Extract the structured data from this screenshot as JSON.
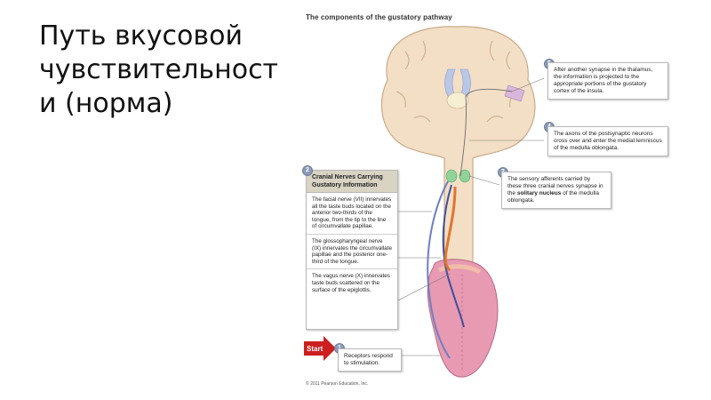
{
  "slide": {
    "title": "Путь вкусовой чувствительност и (норма)"
  },
  "figure": {
    "title": "The components of the gustatory pathway",
    "steps": [
      {
        "num": "1",
        "text": "Receptors respond to stimulation."
      },
      {
        "num": "3",
        "text_before": "The sensory afferents carried by these three cranial nerves synapse in the ",
        "text_bold": "solitary nucleus",
        "text_after": " of the medulla oblongata."
      },
      {
        "num": "4",
        "text": "The axons of the postsynaptic neurons cross over and enter the medial lemniscus of the medulla oblongata."
      },
      {
        "num": "5",
        "text": "After another synapse in the thalamus, the information is projected to the appropriate portions of the gustatory cortex of the insula."
      }
    ],
    "cranial_panel": {
      "num": "2",
      "header": "Cranial Nerves Carrying Gustatory Information",
      "items": [
        "The facial nerve (VII) innervates all the taste buds located on the anterior two-thirds of the tongue, from the tip to the line of circumvallate papillae.",
        "The glossopharyngeal nerve (IX) innervates the circumvallate papillae and the posterior one-third of the tongue.",
        "The vagus nerve (X) innervates taste buds scattered on the surface of the epiglottis."
      ]
    },
    "start_label": "Start",
    "copyright": "© 2011 Pearson Education, Inc."
  },
  "colors": {
    "brain": "#f3dfc6",
    "tongue": "#e79ab2",
    "nerve_vii": "#6f7fc2",
    "nerve_ix": "#3f4f9a",
    "nerve_x": "#e0762e",
    "nucleus": "#8fd39a",
    "start": "#cc1f1f"
  }
}
